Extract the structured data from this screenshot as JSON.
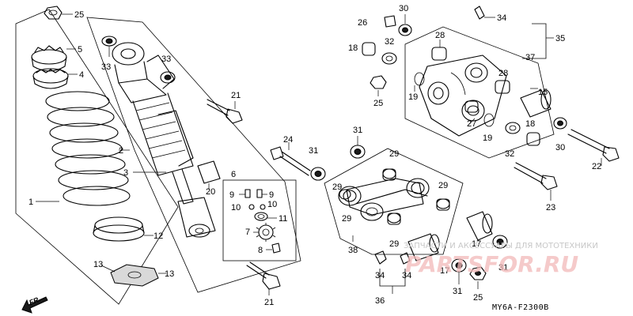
{
  "labels": {
    "l1": "1",
    "l2": "2",
    "l3": "3",
    "l4": "4",
    "l5": "5",
    "l6": "6",
    "l7": "7",
    "l8": "8",
    "l9": "9",
    "l10": "10",
    "l11": "11",
    "l12": "12",
    "l13": "13",
    "l15": "15",
    "l17": "17",
    "l18": "18",
    "l19": "19",
    "l20": "20",
    "l21": "21",
    "l22": "22",
    "l23": "23",
    "l24": "24",
    "l25": "25",
    "l26": "26",
    "l27": "27",
    "l28": "28",
    "l29": "29",
    "l30": "30",
    "l31": "31",
    "l32": "32",
    "l33": "33",
    "l34": "34",
    "l35": "35",
    "l36": "36",
    "l37": "37",
    "l38": "38"
  },
  "direction_label": "FR.",
  "diagram_code": "MY6A-F2300B",
  "watermark": {
    "small": "ЗАПЧАСТИ И АКСЕССУАРЫ ДЛЯ МОТОТЕХНИКИ",
    "big": "PARTSFOR.RU"
  }
}
